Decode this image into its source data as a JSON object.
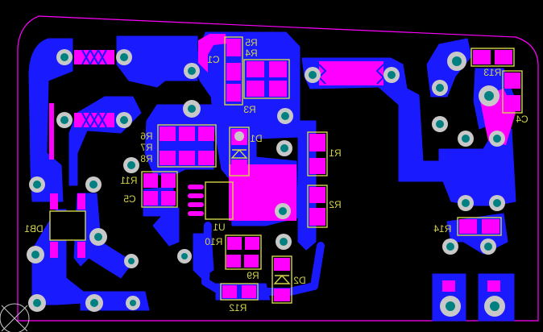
{
  "colors": {
    "background": "#000000",
    "copper_bottom": "#1a1aff",
    "pad_top": "#ff00ff",
    "pad_hole": "#c8c8c8",
    "drill": "#008080",
    "silkscreen": "#d4d44a",
    "outline": "#ff00ff"
  },
  "labels": {
    "r4": "R4",
    "r5": "R5",
    "c1": "C1",
    "r3": "R3",
    "d1": "D1",
    "r1": "R1",
    "r2": "R2",
    "r6": "R6",
    "r7": "R7",
    "r8": "R8",
    "r11": "R11",
    "c5": "C5",
    "u1": "U1",
    "r10": "R10",
    "r9": "R9",
    "d2": "D2",
    "r12": "R12",
    "db1": "DB1",
    "r13": "R13",
    "c4": "C4",
    "r14": "R14"
  }
}
